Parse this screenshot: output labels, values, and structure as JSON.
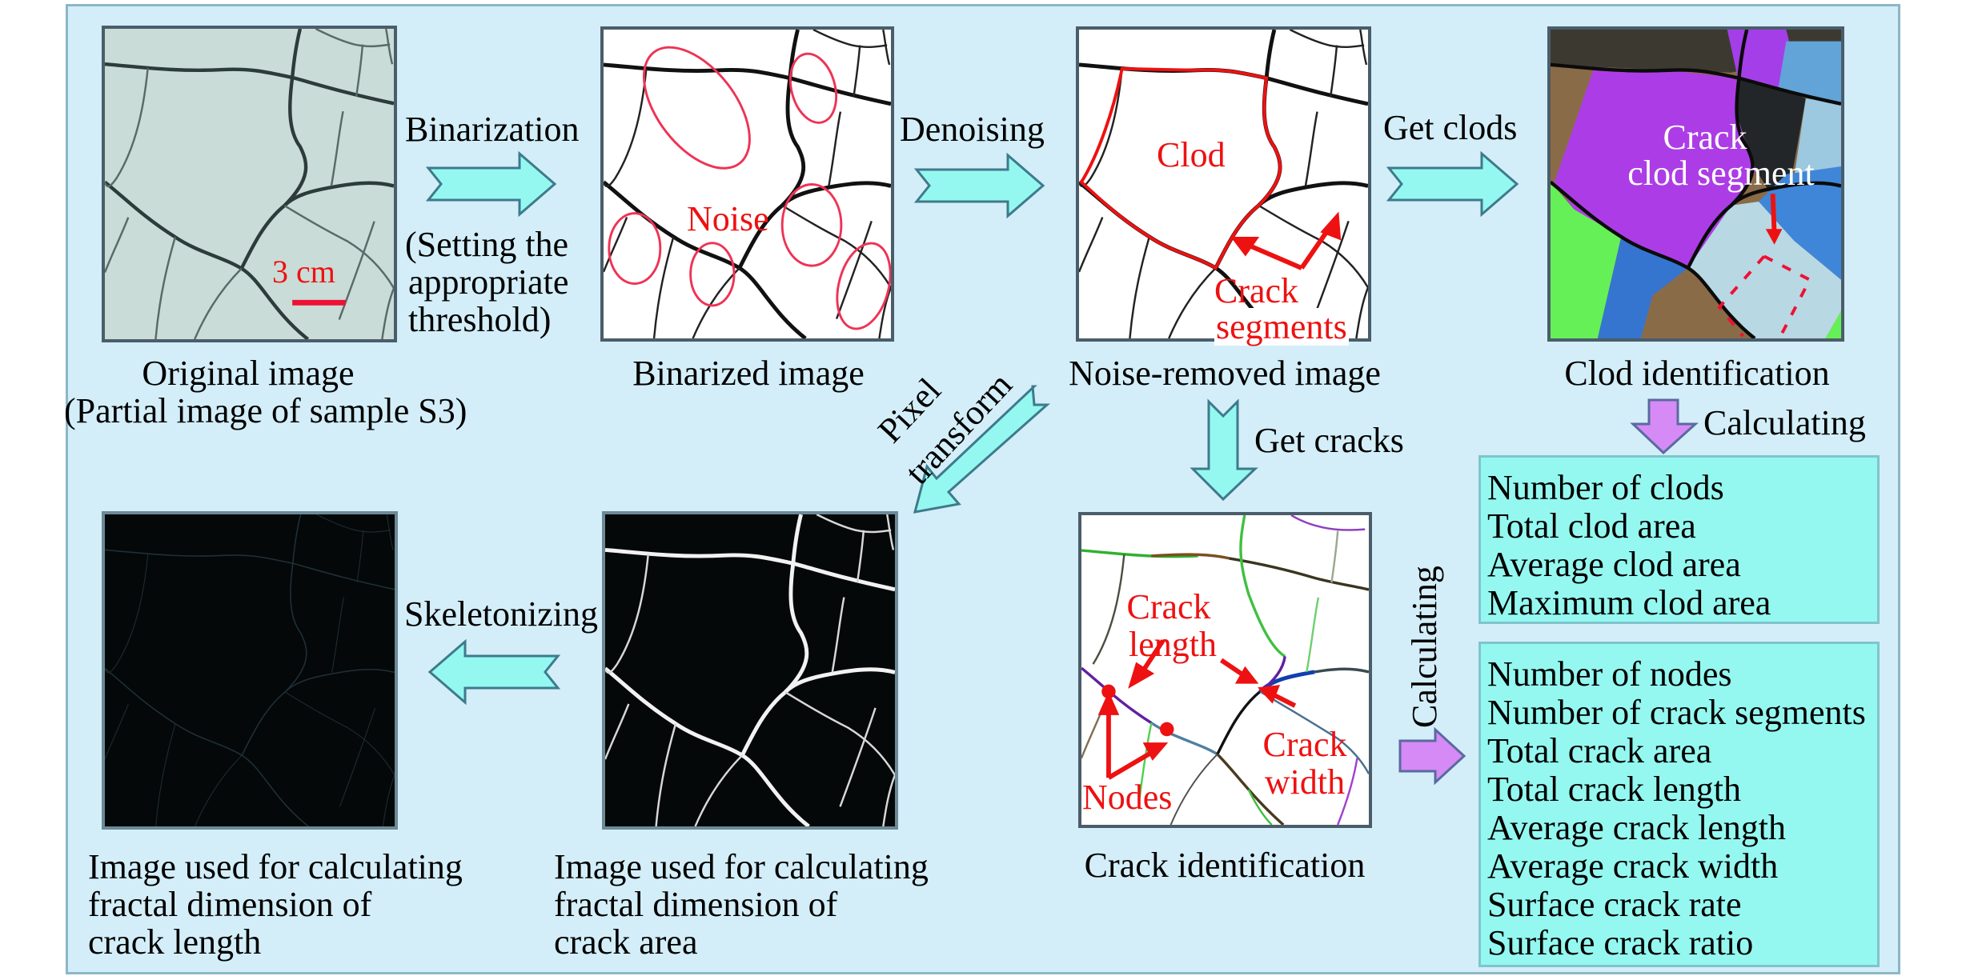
{
  "colors": {
    "panel_bg": "#d3eef8",
    "arrow_cyan": "#94f8f0",
    "arrow_purple": "#d58af5",
    "annotation_red": "#ee1111",
    "metric_box_bg": "#94f8f0"
  },
  "steps": {
    "original": {
      "caption_line1": "Original image",
      "caption_line2": "(Partial image of sample S3)",
      "scale_bar_label": "3 cm"
    },
    "binarization": {
      "arrow_label": "Binarization",
      "note_line1": "(Setting the",
      "note_line2": "appropriate",
      "note_line3": "threshold)"
    },
    "binarized": {
      "caption": "Binarized image",
      "annotation": "Noise"
    },
    "denoising": {
      "arrow_label": "Denoising"
    },
    "noise_removed": {
      "caption": "Noise-removed image",
      "annotation_clod": "Clod",
      "annotation_crack_line1": "Crack",
      "annotation_crack_line2": "segments"
    },
    "get_clods": {
      "arrow_label": "Get clods"
    },
    "clod_identification": {
      "caption": "Clod identification",
      "annotation_line1": "Crack",
      "annotation_line2": "clod segment"
    },
    "calculating_clods": {
      "arrow_label": "Calculating"
    },
    "pixel_transform": {
      "arrow_label_line1": "Pixel",
      "arrow_label_line2": "transform"
    },
    "get_cracks": {
      "arrow_label": "Get cracks"
    },
    "crack_identification": {
      "caption": "Crack identification",
      "annotation_length_line1": "Crack",
      "annotation_length_line2": "length",
      "annotation_width_line1": "Crack",
      "annotation_width_line2": "width",
      "annotation_nodes": "Nodes"
    },
    "calculating_cracks": {
      "arrow_label": "Calculating"
    },
    "crack_area_image": {
      "caption_line1": "Image used for calculating",
      "caption_line2": "fractal dimension of",
      "caption_line3": "crack area"
    },
    "skeletonizing": {
      "arrow_label": "Skeletonizing"
    },
    "crack_length_image": {
      "caption_line1": "Image used for calculating",
      "caption_line2": "fractal dimension of",
      "caption_line3": "crack length"
    }
  },
  "clod_metrics": [
    "Number of clods",
    "Total clod area",
    "Average clod area",
    "Maximum clod area"
  ],
  "crack_metrics": [
    "Number of nodes",
    "Number of crack segments",
    "Total crack area",
    "Total crack length",
    "Average crack length",
    "Average crack width",
    "Surface crack rate",
    "Surface crack ratio"
  ]
}
